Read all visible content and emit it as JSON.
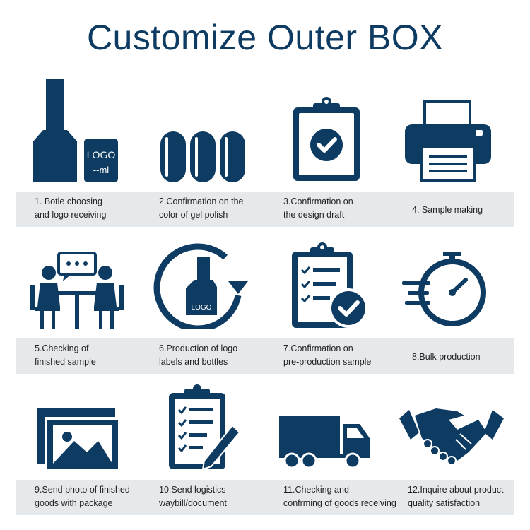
{
  "title": "Customize Outer BOX",
  "icon_color": "#0e3b62",
  "band_color": "#e5e9ec",
  "steps": [
    {
      "line1": "1. Botle choosing",
      "line2": "and logo receiving",
      "icon": "nail-polish-bottle-icon",
      "logo_text": "LOGO",
      "ml_text": "--ml"
    },
    {
      "line1": "2.Confirmation on the",
      "line2": "color of gel polish",
      "icon": "nail-tips-icon"
    },
    {
      "line1": "3.Confirmation on",
      "line2": "the design draft",
      "icon": "clipboard-check-icon"
    },
    {
      "line1": "4. Sample making",
      "line2": "",
      "icon": "printer-icon"
    },
    {
      "line1": "5.Checking of",
      "line2": "finished sample",
      "icon": "meeting-icon"
    },
    {
      "line1": "6.Production of logo",
      "line2": "labels and bottles",
      "icon": "bottle-cycle-icon",
      "logo_text": "LOGO"
    },
    {
      "line1": "7.Confirmation on",
      "line2": "pre-production sample",
      "icon": "checklist-approved-icon"
    },
    {
      "line1": "8.Bulk production",
      "line2": "",
      "icon": "stopwatch-icon"
    },
    {
      "line1": "9.Send photo of finished",
      "line2": "goods with package",
      "icon": "photo-gallery-icon"
    },
    {
      "line1": "10.Send logistics",
      "line2": "waybill/document",
      "icon": "checklist-pen-icon"
    },
    {
      "line1": "11.Checking and",
      "line2": "confrming of goods receiving",
      "icon": "delivery-truck-icon"
    },
    {
      "line1": "12.Inquire about product",
      "line2": "quality satisfaction",
      "icon": "handshake-icon"
    }
  ]
}
